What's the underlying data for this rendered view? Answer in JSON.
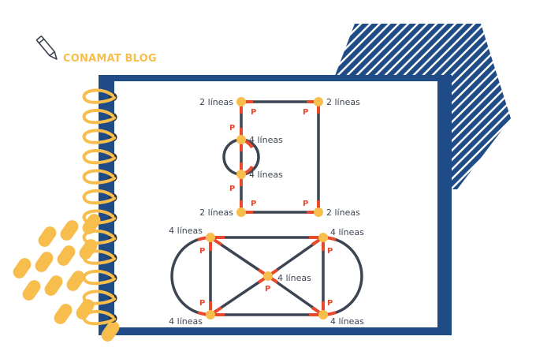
{
  "brand": {
    "title": "CONAMAT BLOG",
    "accent_color": "#F7BE4D",
    "navy_color": "#1F4C86",
    "icon": "pencil-icon"
  },
  "colors": {
    "edge": "#3D4553",
    "highlight": "#E94A2C",
    "node": "#F7BE4D"
  },
  "diagram_top": {
    "labels": {
      "top_left": "2 líneas",
      "top_right": "2 líneas",
      "mid_upper": "4 líneas",
      "mid_lower": "4 líneas",
      "bottom_left": "2 líneas",
      "bottom_right": "2 líneas"
    },
    "p_marker": "P"
  },
  "diagram_bottom": {
    "labels": {
      "top_left": "4 líneas",
      "top_right": "4 líneas",
      "center": "4 líneas",
      "bottom_left": "4 líneas",
      "bottom_right": "4 líneas"
    },
    "p_marker": "P"
  }
}
